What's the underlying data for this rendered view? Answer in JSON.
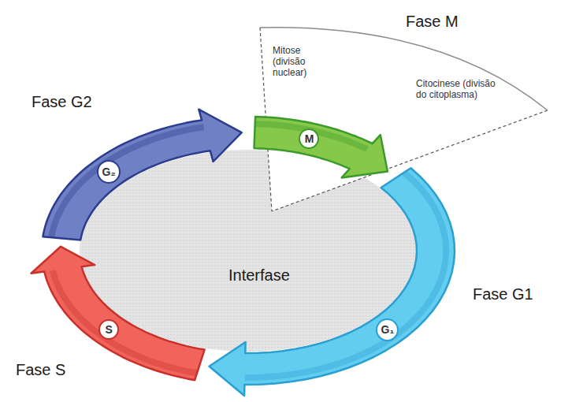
{
  "diagram": {
    "nodes": [
      {
        "text": [
          "M"
        ]
      },
      {
        "text": [
          "G₁"
        ]
      },
      {
        "text": [
          "S"
        ]
      },
      {
        "text": [
          "G₂"
        ]
      }
    ],
    "labels": [
      "Fase M",
      "Mitose (divisão nuclear)",
      "Citocinese (divisão do citoplasma)",
      "Fase G2",
      "Interfase",
      "Fase G1",
      "Fase S"
    ]
  }
}
